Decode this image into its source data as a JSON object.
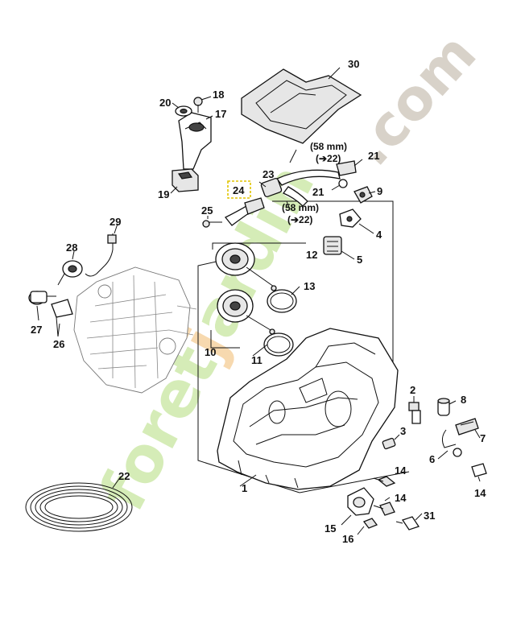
{
  "watermark": {
    "green": "foret",
    "orange": "j",
    "green2": "ardin",
    "gray": ".com"
  },
  "callouts": [
    {
      "id": "c1",
      "text": "1"
    },
    {
      "id": "c2",
      "text": "2"
    },
    {
      "id": "c3",
      "text": "3"
    },
    {
      "id": "c4",
      "text": "4"
    },
    {
      "id": "c5",
      "text": "5"
    },
    {
      "id": "c6",
      "text": "6"
    },
    {
      "id": "c7",
      "text": "7"
    },
    {
      "id": "c8",
      "text": "8"
    },
    {
      "id": "c9",
      "text": "9"
    },
    {
      "id": "c10",
      "text": "10"
    },
    {
      "id": "c11",
      "text": "11"
    },
    {
      "id": "c12",
      "text": "12"
    },
    {
      "id": "c13",
      "text": "13"
    },
    {
      "id": "c14a",
      "text": "14"
    },
    {
      "id": "c14b",
      "text": "14"
    },
    {
      "id": "c14c",
      "text": "14"
    },
    {
      "id": "c15",
      "text": "15"
    },
    {
      "id": "c16",
      "text": "16"
    },
    {
      "id": "c17",
      "text": "17"
    },
    {
      "id": "c18",
      "text": "18"
    },
    {
      "id": "c19",
      "text": "19"
    },
    {
      "id": "c20",
      "text": "20"
    },
    {
      "id": "c21a",
      "text": "21"
    },
    {
      "id": "c21b",
      "text": "21"
    },
    {
      "id": "c22",
      "text": "22"
    },
    {
      "id": "c23",
      "text": "23"
    },
    {
      "id": "c24",
      "text": "24"
    },
    {
      "id": "c25",
      "text": "25"
    },
    {
      "id": "c26",
      "text": "26"
    },
    {
      "id": "c27",
      "text": "27"
    },
    {
      "id": "c28",
      "text": "28"
    },
    {
      "id": "c29",
      "text": "29"
    },
    {
      "id": "c30",
      "text": "30"
    },
    {
      "id": "c31",
      "text": "31"
    }
  ],
  "hose_notes": {
    "upper_length": "(58 mm)",
    "upper_ref": "(➔22)",
    "lower_length": "(58 mm)",
    "lower_ref": "(➔22)"
  },
  "colors": {
    "highlight": "#e0c400",
    "watermark_green": "#c8e6a0",
    "watermark_orange": "#f2c07a",
    "watermark_gray": "#cfc8bc"
  }
}
